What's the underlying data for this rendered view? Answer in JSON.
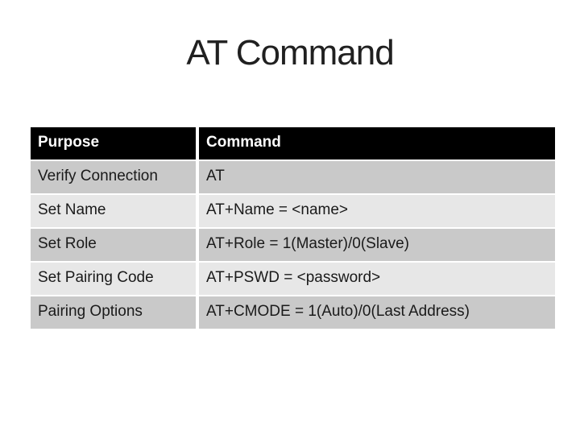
{
  "slide": {
    "title": "AT Command"
  },
  "table": {
    "columns": [
      "Purpose",
      "Command"
    ],
    "rows": [
      {
        "purpose": "Verify Connection",
        "command": "AT"
      },
      {
        "purpose": "Set Name",
        "command": "AT+Name = <name>"
      },
      {
        "purpose": "Set Role",
        "command": "AT+Role = 1(Master)/0(Slave)"
      },
      {
        "purpose": "Set Pairing Code",
        "command": "AT+PSWD = <password>"
      },
      {
        "purpose": "Pairing Options",
        "command": "AT+CMODE = 1(Auto)/0(Last Address)"
      }
    ]
  },
  "colors": {
    "slide_bg": "#ffffff",
    "title_text": "#202020",
    "header_bg": "#000000",
    "header_text": "#ffffff",
    "row_band_dark": "#c9c9c9",
    "row_band_light": "#e7e7e7",
    "body_text": "#1a1a1a"
  }
}
